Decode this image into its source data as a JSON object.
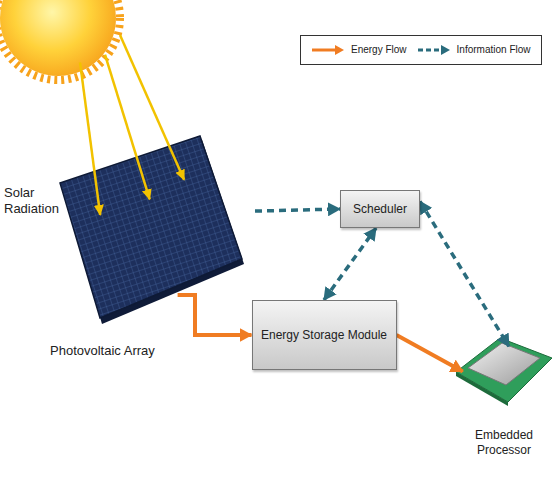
{
  "diagram": {
    "nodes": [
      {
        "text": [
          "Solar Radiation"
        ]
      },
      {
        "text": [
          "Photovoltaic Array"
        ]
      },
      {
        "text": [
          "Scheduler"
        ]
      },
      {
        "text": [
          "Energy Storage Module"
        ]
      },
      {
        "text": [
          "Embedded Processor"
        ]
      }
    ],
    "edges": [
      {
        "from": 0,
        "to": 1,
        "arrow": "to"
      },
      {
        "from": 0,
        "to": 1,
        "arrow": "to"
      },
      {
        "from": 0,
        "to": 1,
        "arrow": "to"
      },
      {
        "from": 1,
        "to": 2,
        "arrow": "to"
      },
      {
        "from": 1,
        "to": 3,
        "arrow": "to"
      },
      {
        "from": 3,
        "to": 4,
        "arrow": "to"
      },
      {
        "from": 3,
        "to": 2,
        "arrow": "both"
      },
      {
        "from": 2,
        "to": 4,
        "arrow": "both"
      }
    ],
    "legend": [
      {
        "text": "Energy Flow"
      },
      {
        "text": "Information Flow"
      }
    ]
  }
}
